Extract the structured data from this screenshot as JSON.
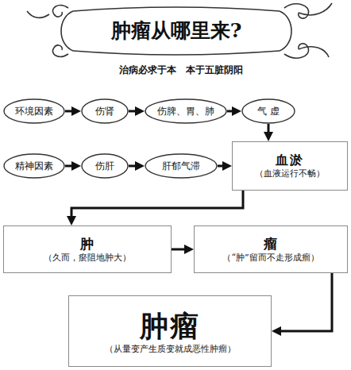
{
  "diagram": {
    "title": "肿瘤从哪里来?",
    "nodes": [
      {
        "text": [
          "环境因素"
        ]
      },
      {
        "text": [
          "伤肾"
        ]
      },
      {
        "text": [
          "伤脾、胃、肺"
        ]
      },
      {
        "text": [
          "气 虚"
        ]
      },
      {
        "text": [
          "精神因素"
        ]
      },
      {
        "text": [
          "伤肝"
        ]
      },
      {
        "text": [
          "肝郁气滞"
        ]
      },
      {
        "text": [
          "血淤",
          "（血液运行不畅）"
        ]
      },
      {
        "text": [
          "肿",
          "（久而，瘀阻地肿大）"
        ]
      },
      {
        "text": [
          "瘤",
          "（“肿”留而不走形成瘤）"
        ]
      },
      {
        "text": [
          "肿瘤",
          "（从量变产生质变就成恶性肿瘤）"
        ]
      }
    ],
    "edges": [
      {
        "from": 0,
        "to": 1,
        "arrow": "to"
      },
      {
        "from": 1,
        "to": 2,
        "arrow": "to"
      },
      {
        "from": 2,
        "to": 3,
        "arrow": "to"
      },
      {
        "from": 3,
        "to": 7,
        "arrow": "to"
      },
      {
        "from": 4,
        "to": 5,
        "arrow": "to"
      },
      {
        "from": 5,
        "to": 6,
        "arrow": "to"
      },
      {
        "from": 6,
        "to": 7,
        "arrow": "to"
      },
      {
        "from": 7,
        "to": 8,
        "arrow": "to"
      },
      {
        "from": 8,
        "to": 9,
        "arrow": "to"
      },
      {
        "from": 9,
        "to": 10,
        "arrow": "to"
      }
    ],
    "labels": [
      "治病必求于本　本于五脏阴阳"
    ]
  }
}
